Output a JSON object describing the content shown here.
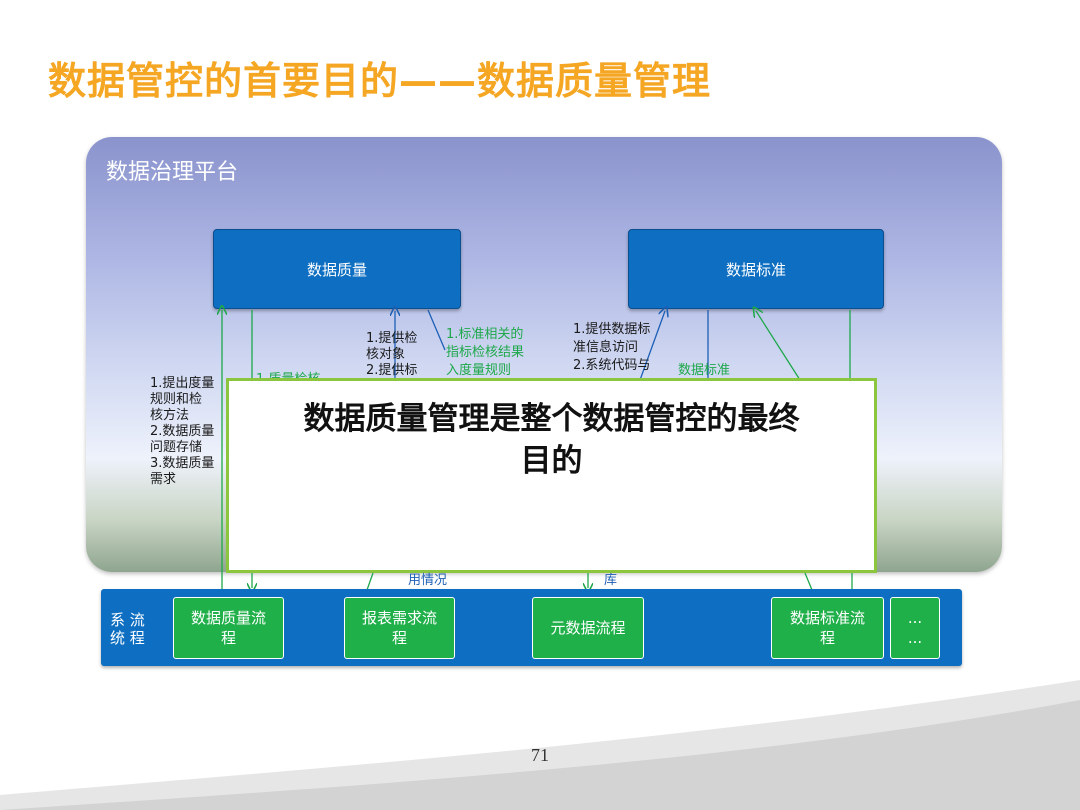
{
  "slide": {
    "title": "数据管控的首要目的——数据质量管理",
    "page_number": "71"
  },
  "platform": {
    "label": "数据治理平台"
  },
  "top_boxes": {
    "quality": "数据质量",
    "standard": "数据标准"
  },
  "labels": {
    "left_block": [
      "1.提出度量",
      "规则和检",
      "核方法",
      "2.数据质量",
      "问题存储",
      "3.数据质量",
      "需求"
    ],
    "left_mid": "1.质量检核",
    "provide_check": [
      "1.提供检",
      "核对象",
      "2.提供标"
    ],
    "standard_related": [
      "1.标准相关的",
      "指标检核结果",
      "入度量规则"
    ],
    "provide_standard": [
      "1.提供数据标",
      "准信息访问",
      "2.系统代码与"
    ],
    "standard_right": "数据标准",
    "usage": "用情况",
    "library": "库"
  },
  "overlay": {
    "line1": "数据质量管理是整个数据管控的最终",
    "line2": "目的"
  },
  "process_bar": {
    "label": [
      "系 流",
      "统 程"
    ],
    "items": [
      "数据质量流",
      "程",
      "报表需求流",
      "程",
      "元数据流程",
      "数据标准流",
      "程",
      "...",
      "..."
    ]
  }
}
